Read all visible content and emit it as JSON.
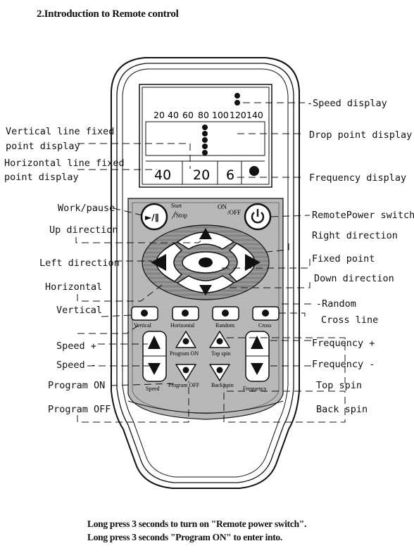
{
  "heading": "2.Introduction to Remote control",
  "display": {
    "speed_scale": [
      "20",
      "40",
      "60",
      "80",
      "100",
      "120",
      "140"
    ],
    "frequency_values": [
      "40",
      "20",
      "6"
    ]
  },
  "buttons": {
    "start_stop_label_1": "Start",
    "start_stop_label_2": "/Stop",
    "power_label_1": "ON",
    "power_label_2": "/OFF",
    "vertical": "Vertical",
    "horizontal": "Horizontal",
    "random": "Random",
    "cross": "Cross",
    "program_on": "Program ON",
    "top_spin": "Top spin",
    "program_off": "Program OFF",
    "back_spin": "Back spin",
    "speed": "Speed",
    "frequency": "Frequency"
  },
  "labels": {
    "vertical_line_fixed_1": "Vertical line fixed",
    "vertical_line_fixed_2": "point display",
    "horizontal_line_fixed_1": "Horizontal line fixed",
    "horizontal_line_fixed_2": "point display",
    "work_pause": "Work/pause",
    "up_direction": "Up direction",
    "left_direction": "Left direction",
    "horizontal": "Horizontal",
    "vertical": "Vertical",
    "speed_plus": "Speed +",
    "speed_minus": "Speed -",
    "program_on": "Program ON",
    "program_off": "Program OFF",
    "speed_display": "-Speed display",
    "drop_point_display": "Drop point display",
    "frequency_display": "Frequency display",
    "remote_power_switch": "RemotePower switch",
    "right_direction": "Right direction",
    "fixed_point": "Fixed point",
    "down_direction": "Down direction",
    "random": "-Random",
    "cross_line": "Cross line",
    "frequency_plus": "Frequency +",
    "frequency_minus": "Frequency -",
    "top_spin": "Top spin",
    "back_spin": "Back spin"
  },
  "notes": [
    "Long press 3 seconds to turn on \"Remote power switch\".",
    "Long press 3 seconds \"Program ON\" to enter into."
  ]
}
